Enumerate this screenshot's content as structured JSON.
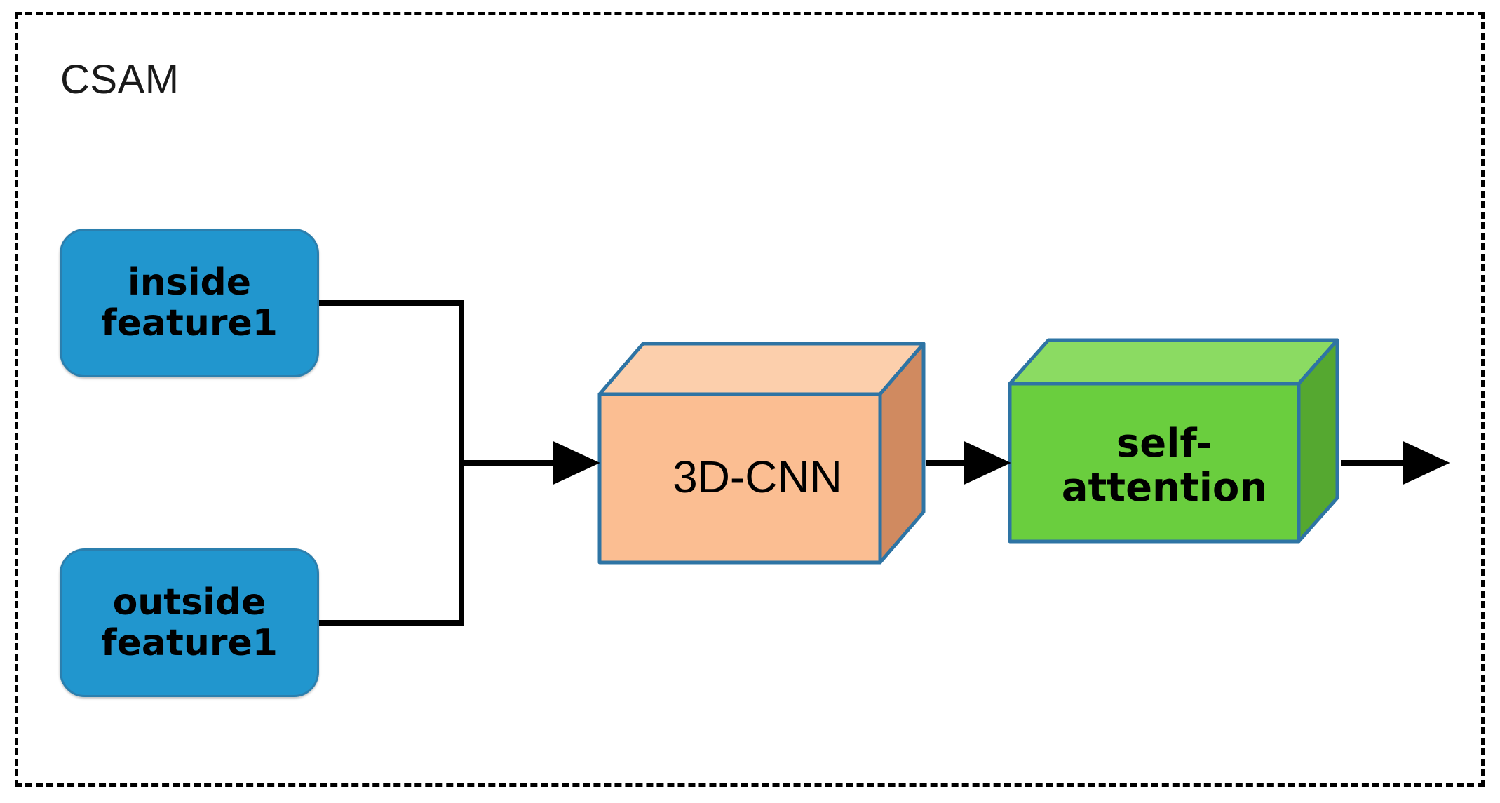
{
  "frame": {
    "border_style": "dashed",
    "border_color": "#000000"
  },
  "module": {
    "title": "CSAM"
  },
  "nodes": {
    "inside_feature": {
      "label_line1": "inside",
      "label_line2": "feature1",
      "shape": "rounded-rectangle",
      "fill": "#2196CE",
      "stroke": "#2B7FAE"
    },
    "outside_feature": {
      "label_line1": "outside",
      "label_line2": "feature1",
      "shape": "rounded-rectangle",
      "fill": "#2196CE",
      "stroke": "#2B7FAE"
    },
    "cnn": {
      "label_line1": "3D-CNN",
      "label_line2": "",
      "shape": "3d-cube",
      "front_fill": "#FBBE92",
      "top_fill": "#FCCFAC",
      "side_fill": "#D08A60",
      "stroke": "#2E74A4"
    },
    "attention": {
      "label_line1": "self-",
      "label_line2": "attention",
      "shape": "3d-cube",
      "front_fill": "#6ACE3E",
      "top_fill": "#8BDB62",
      "side_fill": "#55A830",
      "stroke": "#2E74A4"
    }
  },
  "edges": [
    {
      "name": "inside-to-merge",
      "from": "inside_feature",
      "to": "merge-junction",
      "arrow": false
    },
    {
      "name": "outside-to-merge",
      "from": "outside_feature",
      "to": "merge-junction",
      "arrow": false
    },
    {
      "name": "merge-to-cnn",
      "from": "merge-junction",
      "to": "cnn",
      "arrow": true
    },
    {
      "name": "cnn-to-attention",
      "from": "cnn",
      "to": "attention",
      "arrow": true
    },
    {
      "name": "attention-output",
      "from": "attention",
      "to": "output",
      "arrow": true
    }
  ],
  "colors": {
    "edge": "#000000",
    "background": "#FFFFFF"
  }
}
